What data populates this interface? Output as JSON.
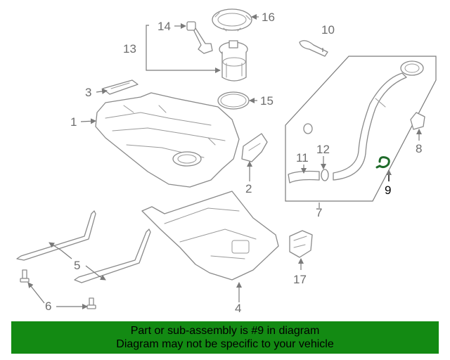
{
  "callouts": {
    "c1": "1",
    "c2": "2",
    "c3": "3",
    "c4": "4",
    "c5": "5",
    "c6": "6",
    "c7": "7",
    "c8": "8",
    "c9": "9",
    "c10": "10",
    "c11": "11",
    "c12": "12",
    "c13": "13",
    "c14": "14",
    "c15": "15",
    "c16": "16",
    "c17": "17"
  },
  "highlight": {
    "part": "9",
    "color": "#000000",
    "part_color": "#1f6b2a"
  },
  "banner": {
    "line1": "Part or sub-assembly is #9 in diagram",
    "line2": "Diagram may not be specific to your vehicle",
    "background": "#138a13"
  }
}
